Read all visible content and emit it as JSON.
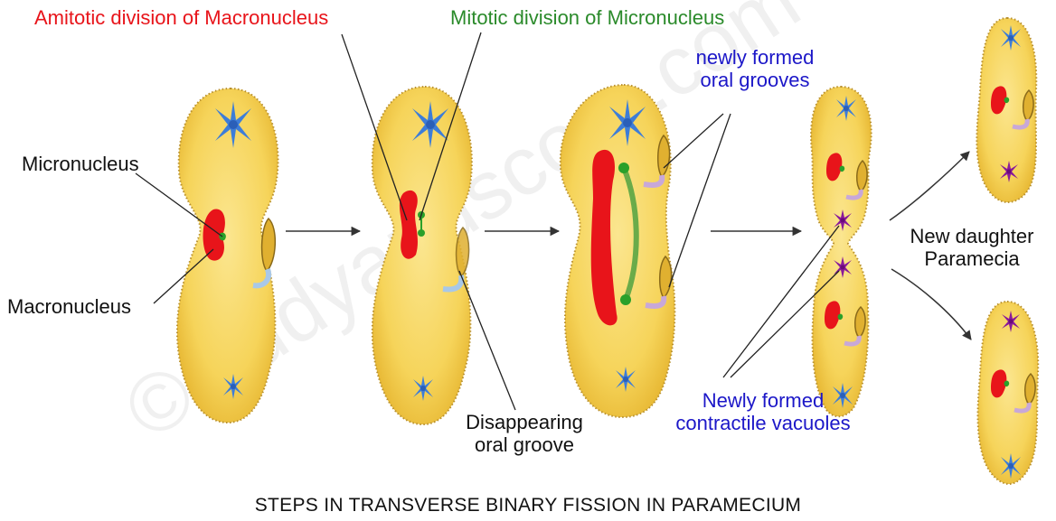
{
  "labels": {
    "amitotic": "Amitotic division of Macronucleus",
    "mitotic": "Mitotic division of Micronucleus",
    "micronucleus": "Micronucleus",
    "macronucleus": "Macronucleus",
    "disappearing_1": "Disappearing",
    "disappearing_2": "oral groove",
    "newly_grooves_1": "newly formed",
    "newly_grooves_2": "oral grooves",
    "newly_vacuoles_1": "Newly formed",
    "newly_vacuoles_2": "contractile vacuoles",
    "daughter_1": "New daughter",
    "daughter_2": "Paramecia"
  },
  "caption": "STEPS IN TRANSVERSE BINARY FISSION IN PARAMECIUM",
  "watermark": "©studyandscore.com",
  "colors": {
    "cell_fill": "#f6d45a",
    "cell_outline": "#c9a13a",
    "macronucleus": "#e8141a",
    "micronucleus": "#2aa02a",
    "contractile_vacuole": "#3d7dd8",
    "new_vacuole": "#8a1a9a",
    "label_red": "#e8141a",
    "label_green": "#2a8a2a",
    "label_blue": "#1c17c8"
  }
}
